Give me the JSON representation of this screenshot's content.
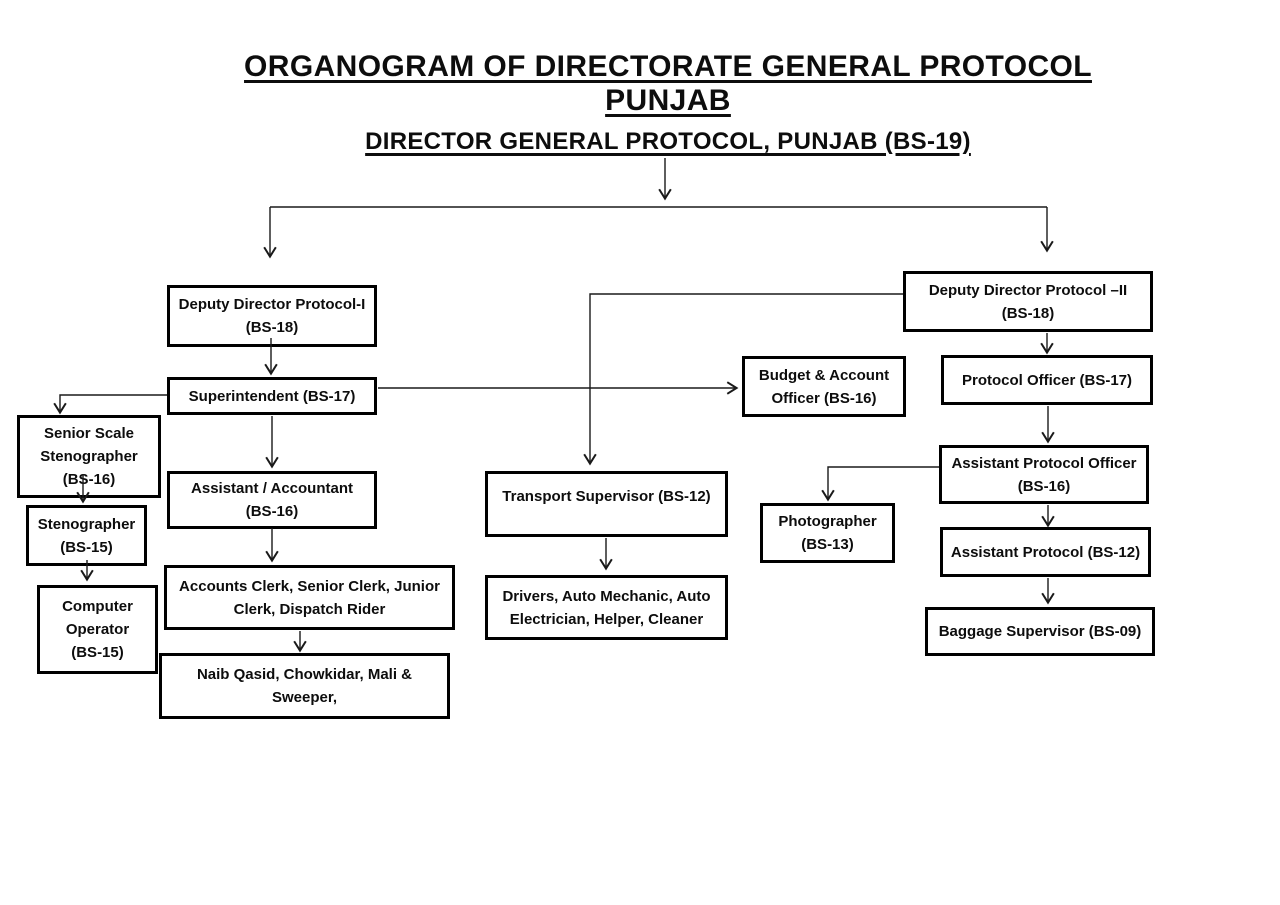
{
  "page": {
    "title": "ORGANOGRAM OF DIRECTORATE GENERAL PROTOCOL PUNJAB",
    "subtitle": "DIRECTOR GENERAL PROTOCOL, PUNJAB (BS-19)"
  },
  "colors": {
    "ink": "#000000",
    "background": "#ffffff"
  },
  "nodes": {
    "ddp1": {
      "lines": [
        "Deputy Director Protocol-I",
        "(BS-18)"
      ]
    },
    "superintendent": {
      "lines": [
        "Superintendent (BS-17)"
      ]
    },
    "senior_scale_steno": {
      "lines": [
        "Senior Scale",
        "Stenographer",
        "(BS-16)"
      ]
    },
    "stenographer": {
      "lines": [
        "Stenographer",
        "(BS-15)"
      ]
    },
    "computer_operator": {
      "lines": [
        "Computer",
        "Operator",
        "(BS-15)"
      ]
    },
    "assistant_accountant": {
      "lines": [
        "Assistant / Accountant",
        "(BS-16)"
      ]
    },
    "clerks": {
      "lines": [
        "Accounts Clerk, Senior Clerk, Junior",
        "Clerk, Dispatch Rider"
      ]
    },
    "naib_qasid": {
      "lines": [
        "Naib Qasid, Chowkidar, Mali &",
        "Sweeper,"
      ]
    },
    "transport_supervisor": {
      "lines": [
        "Transport Supervisor (BS-12)"
      ]
    },
    "drivers": {
      "lines": [
        "Drivers, Auto Mechanic, Auto",
        "Electrician, Helper, Cleaner"
      ]
    },
    "budget_account_officer": {
      "lines": [
        "Budget & Account",
        "Officer (BS-16)"
      ]
    },
    "ddp2": {
      "lines": [
        "Deputy Director Protocol –II",
        "(BS-18)"
      ]
    },
    "protocol_officer": {
      "lines": [
        "Protocol Officer (BS-17)"
      ]
    },
    "assistant_protocol_officer": {
      "lines": [
        "Assistant Protocol Officer",
        "(BS-16)"
      ]
    },
    "photographer": {
      "lines": [
        "Photographer",
        "(BS-13)"
      ]
    },
    "assistant_protocol": {
      "lines": [
        "Assistant Protocol (BS-12)"
      ]
    },
    "baggage_supervisor": {
      "lines": [
        "Baggage Supervisor (BS-09)"
      ]
    }
  },
  "edges": [
    {
      "from": "director_general",
      "to": "ddp1"
    },
    {
      "from": "director_general",
      "to": "ddp2"
    },
    {
      "from": "ddp1",
      "to": "superintendent"
    },
    {
      "from": "superintendent",
      "to": "senior_scale_steno"
    },
    {
      "from": "superintendent",
      "to": "budget_account_officer"
    },
    {
      "from": "superintendent",
      "to": "assistant_accountant"
    },
    {
      "from": "senior_scale_steno",
      "to": "stenographer"
    },
    {
      "from": "stenographer",
      "to": "computer_operator"
    },
    {
      "from": "assistant_accountant",
      "to": "clerks"
    },
    {
      "from": "clerks",
      "to": "naib_qasid"
    },
    {
      "from": "ddp2",
      "to": "transport_supervisor"
    },
    {
      "from": "transport_supervisor",
      "to": "drivers"
    },
    {
      "from": "ddp2",
      "to": "protocol_officer"
    },
    {
      "from": "protocol_officer",
      "to": "assistant_protocol_officer"
    },
    {
      "from": "assistant_protocol_officer",
      "to": "photographer"
    },
    {
      "from": "assistant_protocol_officer",
      "to": "assistant_protocol"
    },
    {
      "from": "assistant_protocol",
      "to": "baggage_supervisor"
    }
  ]
}
